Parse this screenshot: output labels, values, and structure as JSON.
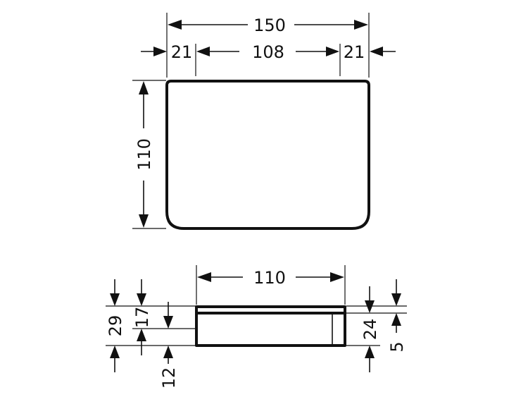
{
  "colors": {
    "ink": "#111111",
    "background": "#ffffff"
  },
  "top_view": {
    "overall_width": "150",
    "left_margin": "21",
    "inner_width": "108",
    "right_margin": "21",
    "depth": "110"
  },
  "side_view": {
    "length": "110",
    "overall_height": "29",
    "upper_height": "17",
    "lower_offset": "12",
    "body_height": "24",
    "lid_thickness": "5"
  }
}
